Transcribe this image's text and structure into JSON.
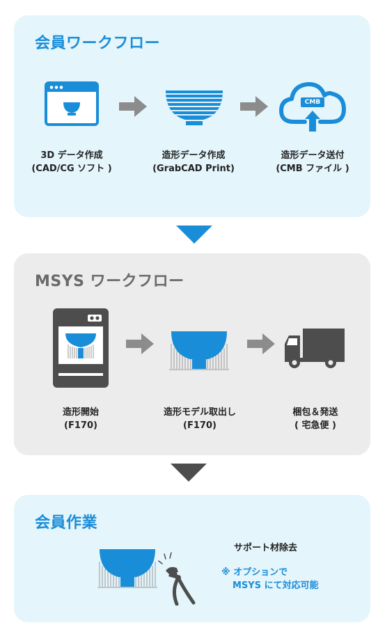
{
  "colors": {
    "blue": "#1a8dd8",
    "gray": "#4d4d4d",
    "arrow_gray": "#8c8c8c",
    "panel_blue": "#e4f5fc",
    "panel_gray": "#ececec"
  },
  "member_workflow": {
    "title": "会員ワークフロー",
    "steps": [
      {
        "icon": "browser-window-icon",
        "line1": "3D データ作成",
        "line2": "(CAD/CG ソフト )"
      },
      {
        "icon": "striped-bowl-icon",
        "line1": "造形データ作成",
        "line2": "(GrabCAD Print)"
      },
      {
        "icon": "cloud-upload-icon",
        "line1": "造形データ送付",
        "line2": "(CMB ファイル )",
        "badge": "CMB"
      }
    ]
  },
  "msys_workflow": {
    "title": "MSYS ワークフロー",
    "steps": [
      {
        "icon": "3d-printer-icon",
        "line1": "造形開始",
        "line2": "(F170)"
      },
      {
        "icon": "bowl-with-support-icon",
        "line1": "造形モデル取出し",
        "line2": "(F170)"
      },
      {
        "icon": "delivery-truck-icon",
        "line1": "梱包＆発送",
        "line2": "( 宅急便 )"
      }
    ]
  },
  "member_task": {
    "title": "会員作業",
    "task_label": "サポート材除去",
    "note_line1": "※ オプションで",
    "note_line2": "MSYS にて対応可能",
    "icons": [
      "bowl-with-support-icon",
      "nipper-icon"
    ]
  }
}
